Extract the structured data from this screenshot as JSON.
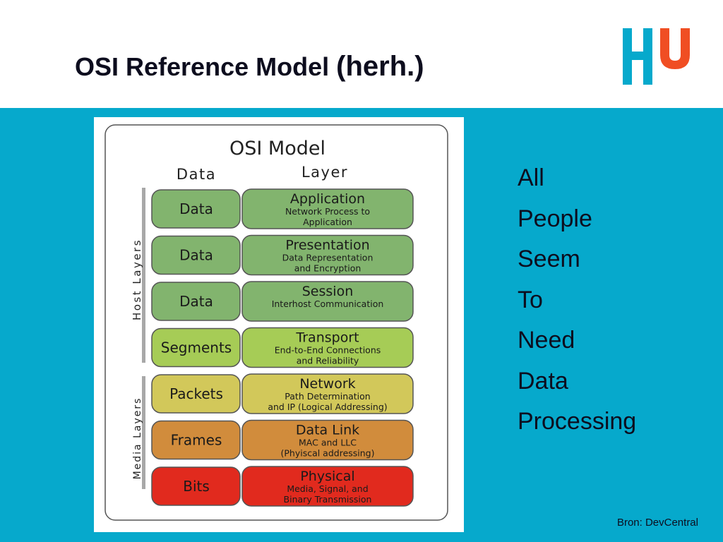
{
  "slide": {
    "title_main": "OSI Reference Model",
    "title_suffix": "(herh.)",
    "logo_icon": "hu-logo-icon",
    "source": "Bron: DevCentral",
    "mnemonic": [
      "All",
      "People",
      "Seem",
      "To",
      "Need",
      "Data",
      "Processing"
    ],
    "colors": {
      "band": "#06a9cc",
      "logo_blue": "#06a9cc",
      "logo_orange": "#f04e23"
    }
  },
  "diagram": {
    "title": "OSI Model",
    "data_header": "Data",
    "layer_header": "Layer",
    "host_label": "Host Layers",
    "media_label": "Media Layers",
    "layers": [
      {
        "data": "Data",
        "name": "Application",
        "desc": [
          "Network Process to",
          "Application"
        ],
        "color": "#82b46e"
      },
      {
        "data": "Data",
        "name": "Presentation",
        "desc": [
          "Data Representation",
          "and Encryption"
        ],
        "color": "#82b46e"
      },
      {
        "data": "Data",
        "name": "Session",
        "desc": [
          "Interhost Communication"
        ],
        "color": "#82b46e"
      },
      {
        "data": "Segments",
        "name": "Transport",
        "desc": [
          "End-to-End Connections",
          "and Reliability"
        ],
        "color": "#a6cc56"
      },
      {
        "data": "Packets",
        "name": "Network",
        "desc": [
          "Path Determination",
          "and IP (Logical Addressing)"
        ],
        "color": "#d2c85a"
      },
      {
        "data": "Frames",
        "name": "Data Link",
        "desc": [
          "MAC and LLC",
          "(Phyiscal addressing)"
        ],
        "color": "#d18c3c"
      },
      {
        "data": "Bits",
        "name": "Physical",
        "desc": [
          "Media, Signal, and",
          "Binary Transmission"
        ],
        "color": "#e12a1e"
      }
    ]
  }
}
